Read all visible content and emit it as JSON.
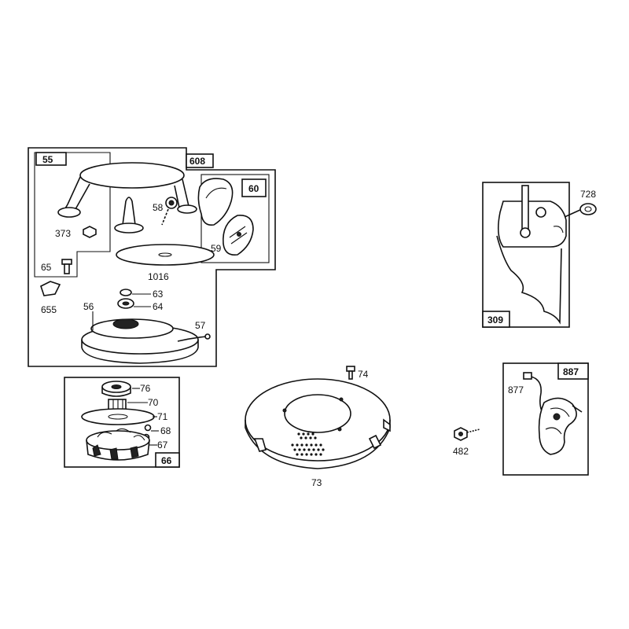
{
  "labels": {
    "p55": "55",
    "p608": "608",
    "p60": "60",
    "p58": "58",
    "p373": "373",
    "p59": "59",
    "p65": "65",
    "p1016": "1016",
    "p655": "655",
    "p63": "63",
    "p64": "64",
    "p56": "56",
    "p57": "57",
    "p76": "76",
    "p70": "70",
    "p71": "71",
    "p68": "68",
    "p67": "67",
    "p66": "66",
    "p74": "74",
    "p73": "73",
    "p482": "482",
    "p728": "728",
    "p309": "309",
    "p887": "887",
    "p877": "877"
  }
}
